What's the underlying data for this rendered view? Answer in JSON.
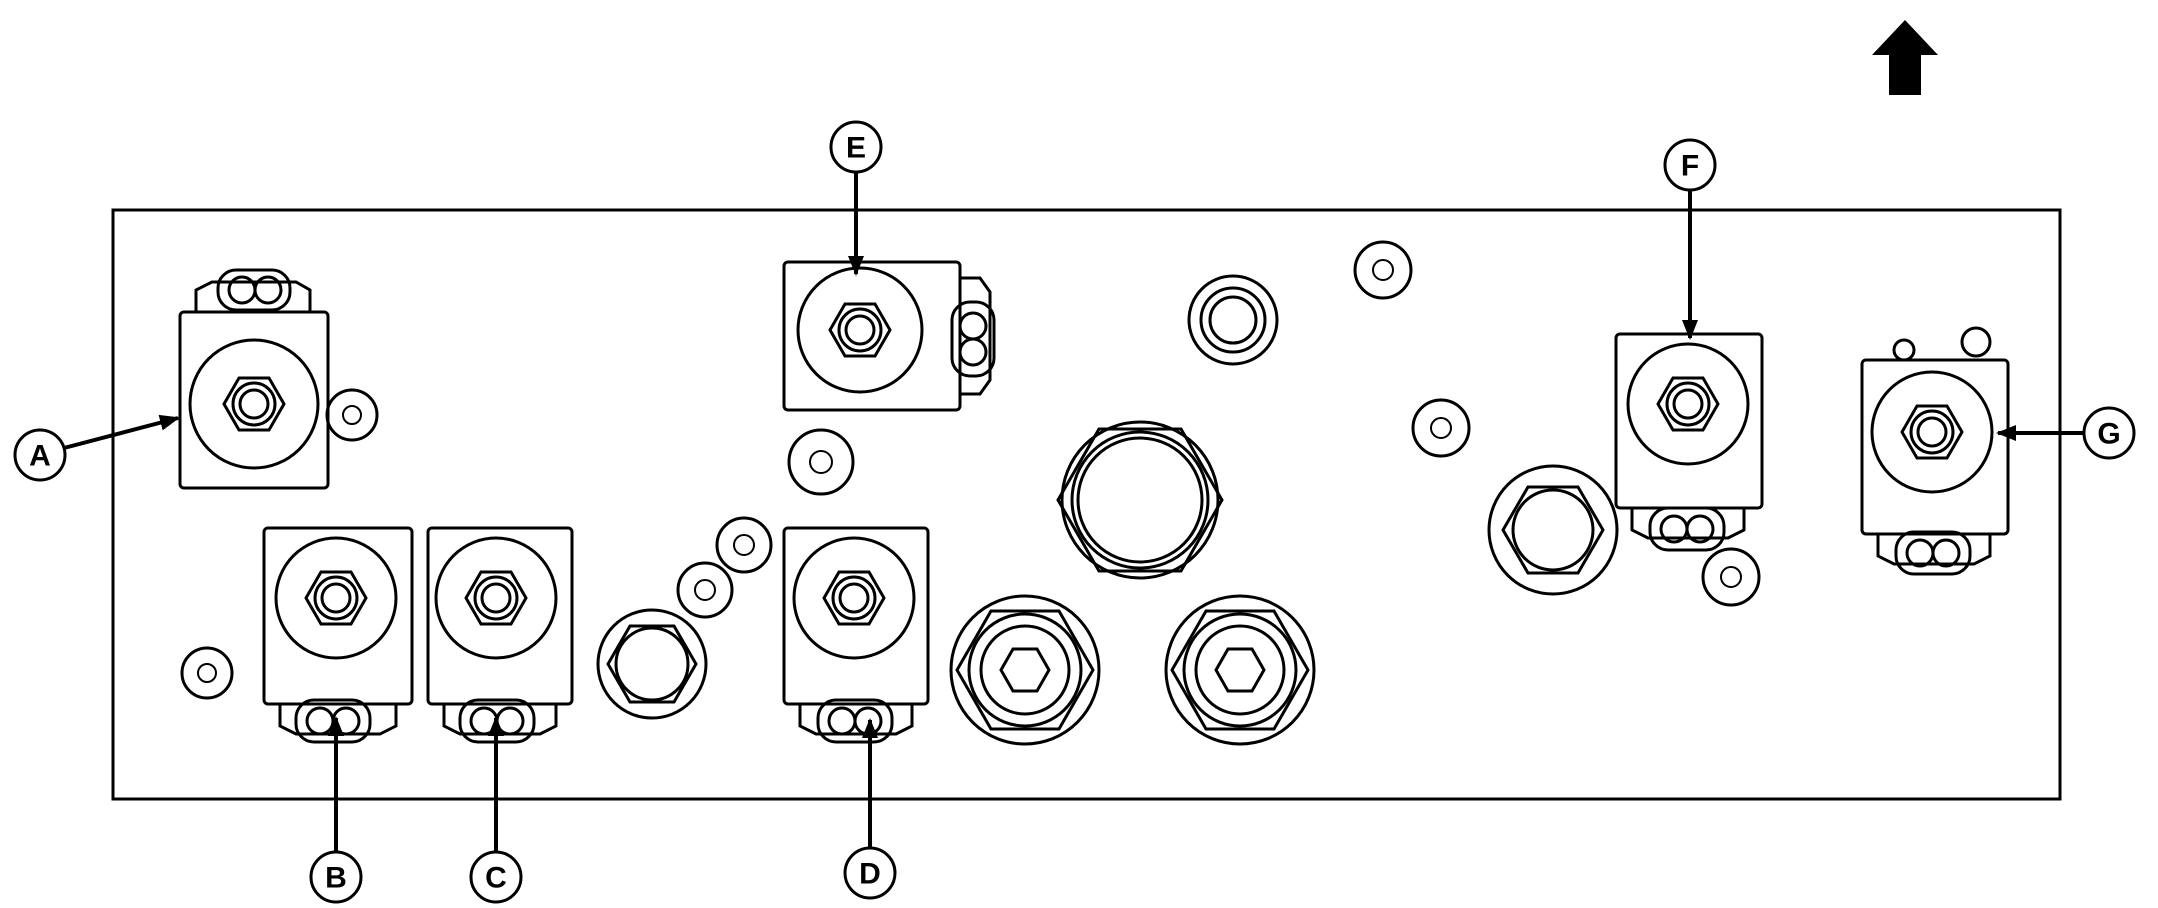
{
  "callouts": {
    "a": "A",
    "b": "B",
    "c": "C",
    "d": "D",
    "e": "E",
    "f": "F",
    "g": "G"
  },
  "colors": {
    "line": "#000000",
    "background": "#ffffff"
  },
  "icons": {
    "orientation": "up-arrow-icon"
  }
}
